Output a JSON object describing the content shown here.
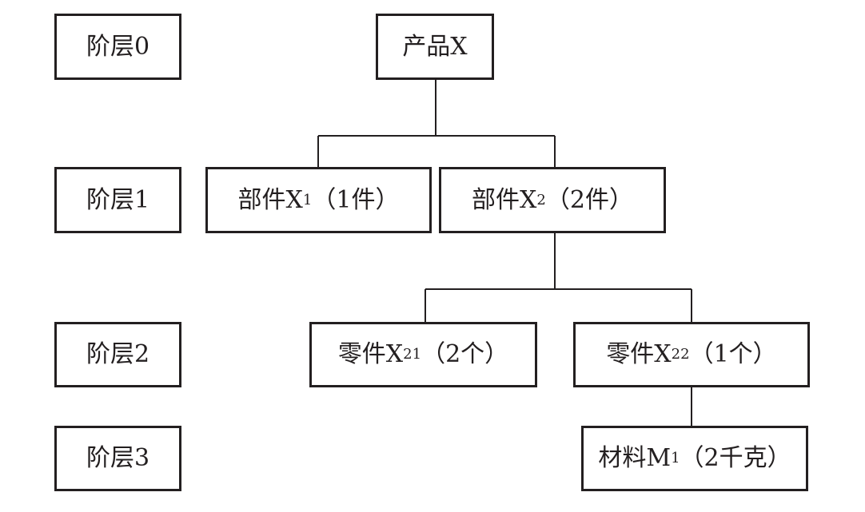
{
  "levels": [
    {
      "label": "阶层0"
    },
    {
      "label": "阶层1"
    },
    {
      "label": "阶层2"
    },
    {
      "label": "阶层3"
    }
  ],
  "nodes": {
    "product_x": {
      "name": "产品X"
    },
    "component_x1": {
      "name": "部件X",
      "sub": "1",
      "qty": "（1件）"
    },
    "component_x2": {
      "name": "部件X",
      "sub": "2",
      "qty": "（2件）"
    },
    "part_x21": {
      "name": "零件X",
      "sub": "21",
      "qty": "（2个）"
    },
    "part_x22": {
      "name": "零件X",
      "sub": "22",
      "qty": "（1个）"
    },
    "material_m1": {
      "name": "材料M",
      "sub": "1",
      "qty": "（2千克）"
    }
  },
  "colors": {
    "ink": "#231f20",
    "background": "#ffffff"
  }
}
